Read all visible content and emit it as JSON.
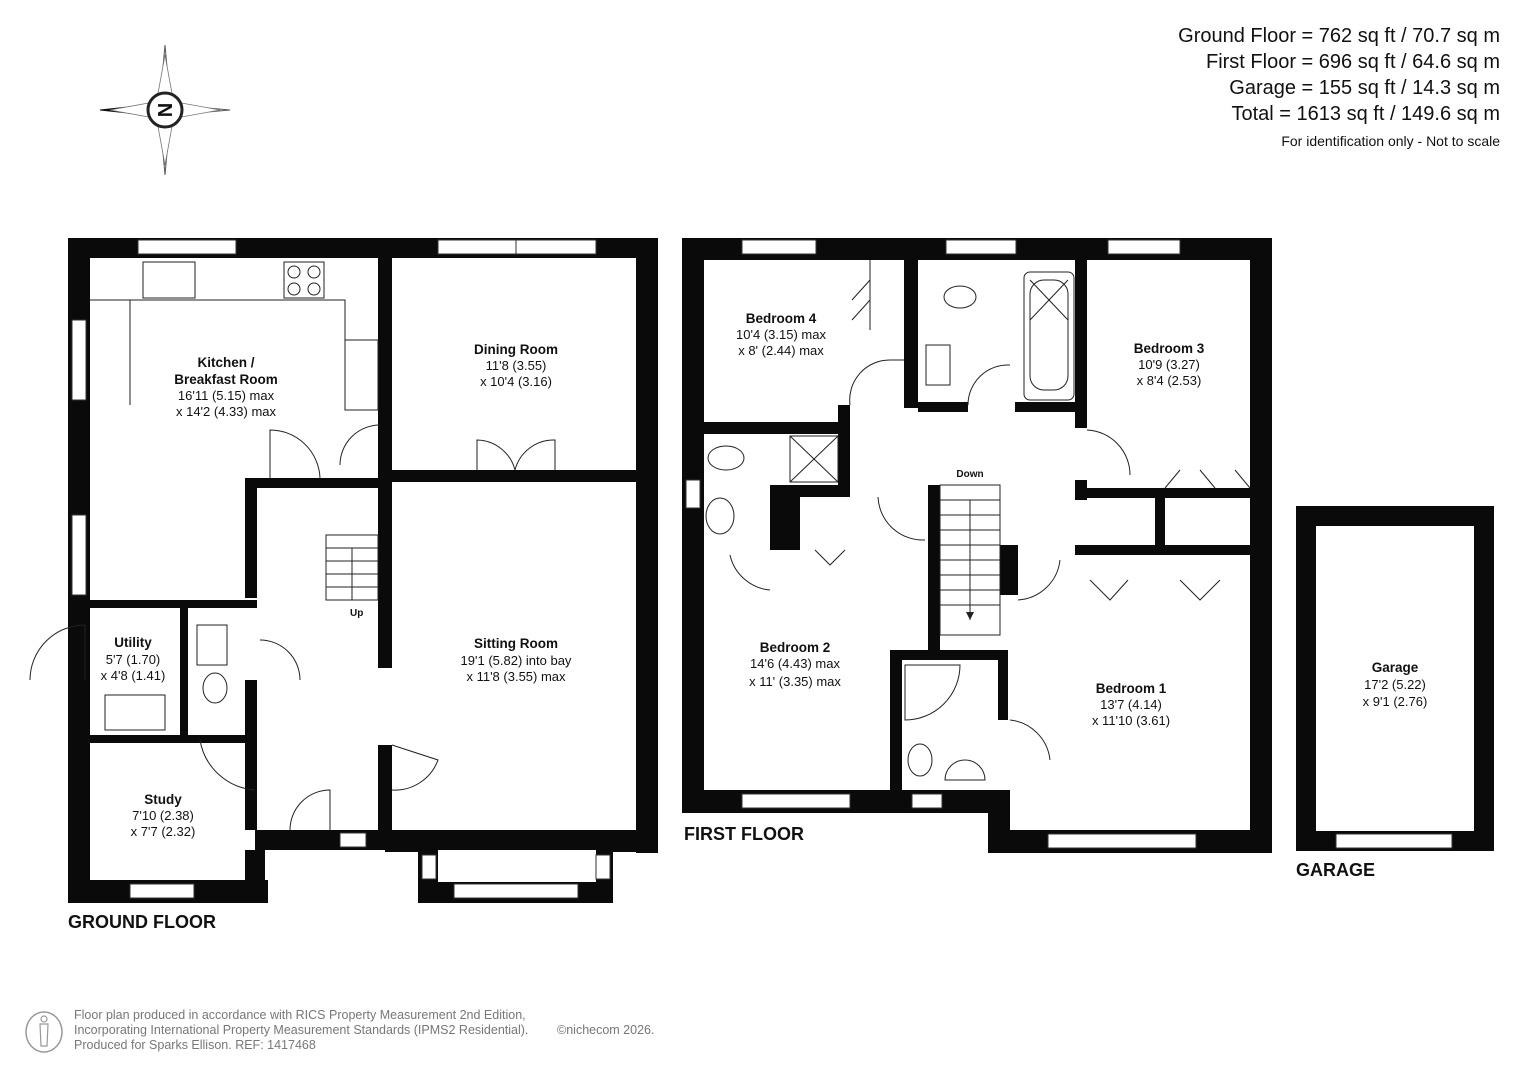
{
  "areas": {
    "ground": "Ground Floor = 762 sq ft / 70.7 sq m",
    "first": "First Floor = 696 sq ft / 64.6 sq m",
    "garage": "Garage = 155 sq ft / 14.3 sq m",
    "total": "Total = 1613 sq ft / 149.6 sq m",
    "note": "For identification only - Not to scale"
  },
  "compass": {
    "letter": "N",
    "icon": "compass-icon"
  },
  "floors": {
    "ground": "GROUND FLOOR",
    "first": "FIRST FLOOR",
    "garage": "GARAGE"
  },
  "rooms": {
    "kitchen": {
      "name1": "Kitchen /",
      "name2": "Breakfast Room",
      "dim1": "16'11 (5.15) max",
      "dim2": "x 14'2 (4.33) max"
    },
    "dining": {
      "name": "Dining Room",
      "dim1": "11'8 (3.55)",
      "dim2": "x 10'4 (3.16)"
    },
    "sitting": {
      "name": "Sitting Room",
      "dim1": "19'1 (5.82) into bay",
      "dim2": "x 11'8 (3.55)  max"
    },
    "utility": {
      "name": "Utility",
      "dim1": "5'7 (1.70)",
      "dim2": "x 4'8 (1.41)"
    },
    "study": {
      "name": "Study",
      "dim1": "7'10 (2.38)",
      "dim2": "x 7'7 (2.32)"
    },
    "bedroom4": {
      "name": "Bedroom 4",
      "dim1": "10'4 (3.15) max",
      "dim2": "x 8' (2.44) max"
    },
    "bedroom3": {
      "name": "Bedroom 3",
      "dim1": "10'9 (3.27)",
      "dim2": "x 8'4 (2.53)"
    },
    "bedroom2": {
      "name": "Bedroom 2",
      "dim1": "14'6 (4.43) max",
      "dim2": "x 11' (3.35) max"
    },
    "bedroom1": {
      "name": "Bedroom 1",
      "dim1": "13'7 (4.14)",
      "dim2": "x 11'10 (3.61)"
    },
    "garage": {
      "name": "Garage",
      "dim1": "17'2 (5.22)",
      "dim2": "x 9'1 (2.76)"
    }
  },
  "stairs": {
    "up": "Up",
    "down": "Down"
  },
  "footer": {
    "line1": "Floor plan produced in accordance with RICS Property Measurement 2nd Edition,",
    "line2": "Incorporating International Property Measurement Standards (IPMS2 Residential).",
    "copyright": "©nichecom 2026.",
    "line3": "Produced for Sparks Ellison.   REF: 1417468",
    "icon": "person-icon"
  }
}
